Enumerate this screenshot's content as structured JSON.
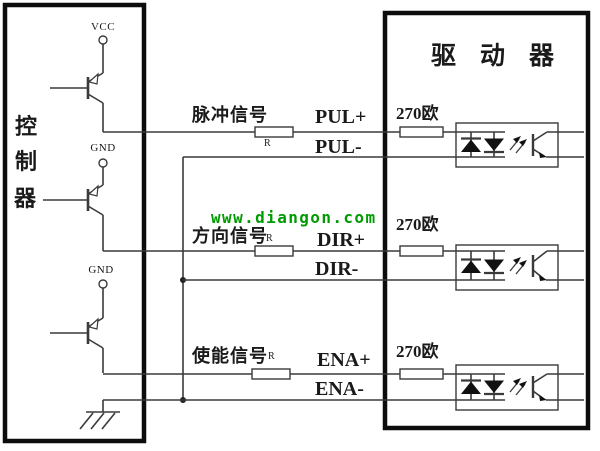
{
  "watermark": {
    "text": "www.diangon.com",
    "color": "#009B00"
  },
  "controller": {
    "title_chars": [
      "控",
      "制",
      "器"
    ],
    "vcc_label": "VCC",
    "gnd_label_1": "GND",
    "gnd_label_2": "GND"
  },
  "driver": {
    "title": "驱动器"
  },
  "channels": [
    {
      "name": "pulse",
      "signal_label": "脉冲信号",
      "resistor_label": "R",
      "plus_label": "PUL+",
      "minus_label": "PUL-",
      "series_resistor_label": "270欧"
    },
    {
      "name": "direction",
      "signal_label": "方向信号",
      "resistor_label": "R",
      "plus_label": "DIR+",
      "minus_label": "DIR-",
      "series_resistor_label": "270欧"
    },
    {
      "name": "enable",
      "signal_label": "使能信号",
      "resistor_label": "R",
      "plus_label": "ENA+",
      "minus_label": "ENA-",
      "series_resistor_label": "270欧"
    }
  ],
  "colors": {
    "wire": "#3a3a3a",
    "box_border": "#0d0d0d",
    "diode_fill": "#111111"
  }
}
